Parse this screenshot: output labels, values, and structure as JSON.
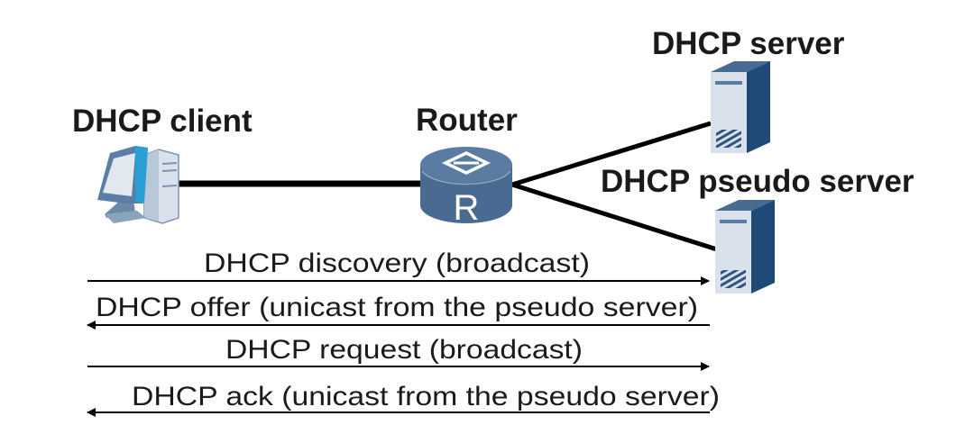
{
  "diagram": {
    "title": "DHCP pseudo server attack",
    "nodes": {
      "client": {
        "label": "DHCP client",
        "icon": "computer-icon"
      },
      "router": {
        "label": "Router",
        "icon": "router-icon",
        "glyph": "R"
      },
      "server": {
        "label": "DHCP server",
        "icon": "server-icon"
      },
      "pseudo_server": {
        "label": "DHCP pseudo server",
        "icon": "server-icon"
      }
    },
    "links": [
      {
        "from": "DHCP client",
        "to": "Router"
      },
      {
        "from": "Router",
        "to": "DHCP server"
      },
      {
        "from": "Router",
        "to": "DHCP pseudo server"
      }
    ],
    "messages": [
      {
        "label": "DHCP discovery (broadcast)",
        "direction": "client-to-server"
      },
      {
        "label": "DHCP offer (unicast from the pseudo server)",
        "direction": "server-to-client"
      },
      {
        "label": "DHCP request (broadcast)",
        "direction": "client-to-server"
      },
      {
        "label": "DHCP ack (unicast from the pseudo server)",
        "direction": "server-to-client"
      }
    ],
    "colors": {
      "device_dark": "#1f4a78",
      "device_mid": "#4f7096",
      "device_light": "#d9e2ec",
      "monitor_accent": "#2a9fd6",
      "line": "#000000",
      "text": "#1a1a1a"
    }
  }
}
